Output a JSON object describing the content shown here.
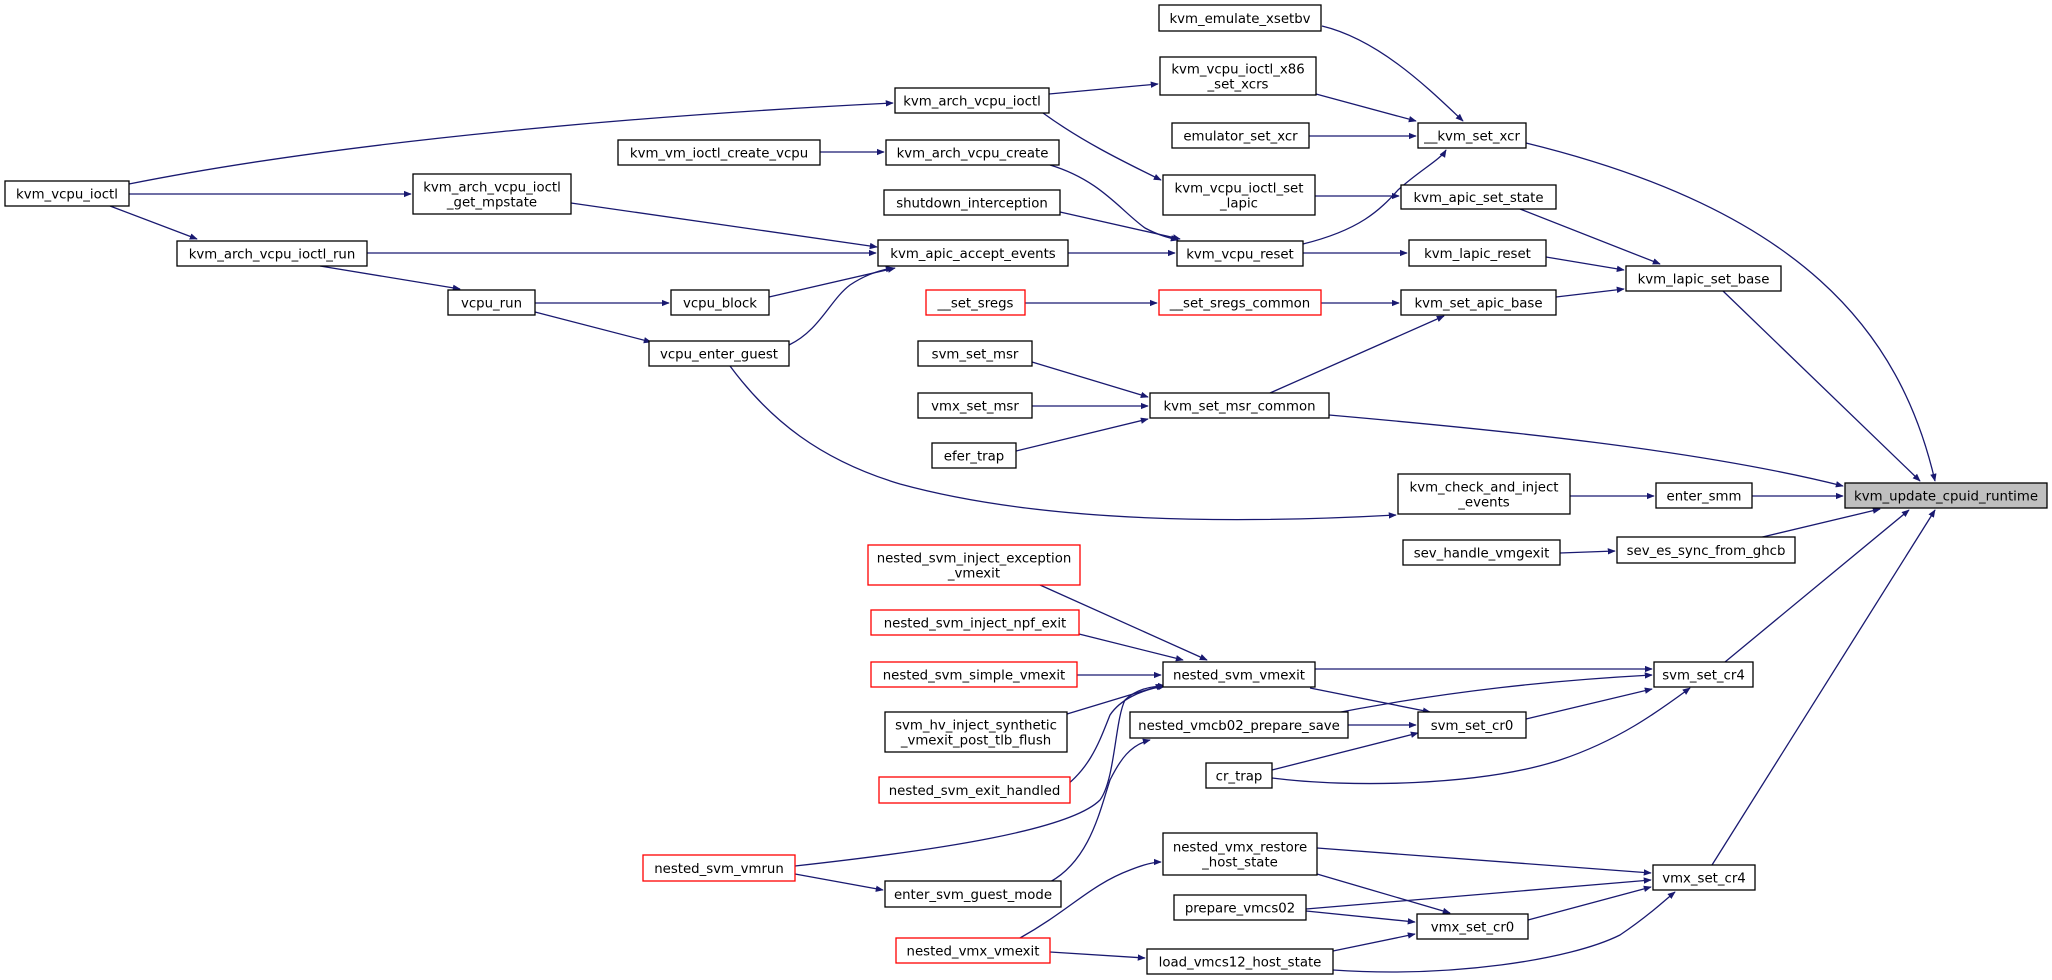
{
  "colors": {
    "edge": "#191970",
    "normal_border": "#000000",
    "truncated_border": "#ff0000",
    "highlight_fill": "#bfbfbf",
    "node_fill": "#ffffff"
  },
  "nodes": [
    {
      "id": "kvm_update_cpuid_runtime",
      "lines": [
        "kvm_update_cpuid_runtime"
      ],
      "style": "highlight"
    },
    {
      "id": "kvm_emulate_xsetbv",
      "lines": [
        "kvm_emulate_xsetbv"
      ],
      "style": "normal"
    },
    {
      "id": "kvm_vcpu_ioctl_x86_set_xcrs",
      "lines": [
        "kvm_vcpu_ioctl_x86",
        "_set_xcrs"
      ],
      "style": "normal"
    },
    {
      "id": "emulator_set_xcr",
      "lines": [
        "emulator_set_xcr"
      ],
      "style": "normal"
    },
    {
      "id": "__kvm_set_xcr",
      "lines": [
        "__kvm_set_xcr"
      ],
      "style": "normal"
    },
    {
      "id": "kvm_arch_vcpu_ioctl",
      "lines": [
        "kvm_arch_vcpu_ioctl"
      ],
      "style": "normal"
    },
    {
      "id": "kvm_vm_ioctl_create_vcpu",
      "lines": [
        "kvm_vm_ioctl_create_vcpu"
      ],
      "style": "normal"
    },
    {
      "id": "kvm_arch_vcpu_create",
      "lines": [
        "kvm_arch_vcpu_create"
      ],
      "style": "normal"
    },
    {
      "id": "kvm_vcpu_ioctl",
      "lines": [
        "kvm_vcpu_ioctl"
      ],
      "style": "normal"
    },
    {
      "id": "kvm_arch_vcpu_ioctl_get_mpstate",
      "lines": [
        "kvm_arch_vcpu_ioctl",
        "_get_mpstate"
      ],
      "style": "normal"
    },
    {
      "id": "kvm_vcpu_ioctl_set_lapic",
      "lines": [
        "kvm_vcpu_ioctl_set",
        "_lapic"
      ],
      "style": "normal"
    },
    {
      "id": "kvm_apic_set_state",
      "lines": [
        "kvm_apic_set_state"
      ],
      "style": "normal"
    },
    {
      "id": "shutdown_interception",
      "lines": [
        "shutdown_interception"
      ],
      "style": "normal"
    },
    {
      "id": "kvm_arch_vcpu_ioctl_run",
      "lines": [
        "kvm_arch_vcpu_ioctl_run"
      ],
      "style": "normal"
    },
    {
      "id": "kvm_apic_accept_events",
      "lines": [
        "kvm_apic_accept_events"
      ],
      "style": "normal"
    },
    {
      "id": "kvm_vcpu_reset",
      "lines": [
        "kvm_vcpu_reset"
      ],
      "style": "normal"
    },
    {
      "id": "kvm_lapic_reset",
      "lines": [
        "kvm_lapic_reset"
      ],
      "style": "normal"
    },
    {
      "id": "kvm_lapic_set_base",
      "lines": [
        "kvm_lapic_set_base"
      ],
      "style": "normal"
    },
    {
      "id": "vcpu_run",
      "lines": [
        "vcpu_run"
      ],
      "style": "normal"
    },
    {
      "id": "vcpu_block",
      "lines": [
        "vcpu_block"
      ],
      "style": "normal"
    },
    {
      "id": "__set_sregs",
      "lines": [
        "__set_sregs"
      ],
      "style": "truncated"
    },
    {
      "id": "__set_sregs_common",
      "lines": [
        "__set_sregs_common"
      ],
      "style": "truncated"
    },
    {
      "id": "kvm_set_apic_base",
      "lines": [
        "kvm_set_apic_base"
      ],
      "style": "normal"
    },
    {
      "id": "vcpu_enter_guest",
      "lines": [
        "vcpu_enter_guest"
      ],
      "style": "normal"
    },
    {
      "id": "svm_set_msr",
      "lines": [
        "svm_set_msr"
      ],
      "style": "normal"
    },
    {
      "id": "vmx_set_msr",
      "lines": [
        "vmx_set_msr"
      ],
      "style": "normal"
    },
    {
      "id": "kvm_set_msr_common",
      "lines": [
        "kvm_set_msr_common"
      ],
      "style": "normal"
    },
    {
      "id": "efer_trap",
      "lines": [
        "efer_trap"
      ],
      "style": "normal"
    },
    {
      "id": "kvm_check_and_inject_events",
      "lines": [
        "kvm_check_and_inject",
        "_events"
      ],
      "style": "normal"
    },
    {
      "id": "enter_smm",
      "lines": [
        "enter_smm"
      ],
      "style": "normal"
    },
    {
      "id": "sev_handle_vmgexit",
      "lines": [
        "sev_handle_vmgexit"
      ],
      "style": "normal"
    },
    {
      "id": "sev_es_sync_from_ghcb",
      "lines": [
        "sev_es_sync_from_ghcb"
      ],
      "style": "normal"
    },
    {
      "id": "nested_svm_inject_exception_vmexit",
      "lines": [
        "nested_svm_inject_exception",
        "_vmexit"
      ],
      "style": "truncated"
    },
    {
      "id": "nested_svm_inject_npf_exit",
      "lines": [
        "nested_svm_inject_npf_exit"
      ],
      "style": "truncated"
    },
    {
      "id": "nested_svm_simple_vmexit",
      "lines": [
        "nested_svm_simple_vmexit"
      ],
      "style": "truncated"
    },
    {
      "id": "nested_svm_vmexit",
      "lines": [
        "nested_svm_vmexit"
      ],
      "style": "normal"
    },
    {
      "id": "svm_set_cr4",
      "lines": [
        "svm_set_cr4"
      ],
      "style": "normal"
    },
    {
      "id": "svm_hv_inject_synthetic_vmexit_post_tlb_flush",
      "lines": [
        "svm_hv_inject_synthetic",
        "_vmexit_post_tlb_flush"
      ],
      "style": "normal"
    },
    {
      "id": "nested_vmcb02_prepare_save",
      "lines": [
        "nested_vmcb02_prepare_save"
      ],
      "style": "normal"
    },
    {
      "id": "svm_set_cr0",
      "lines": [
        "svm_set_cr0"
      ],
      "style": "normal"
    },
    {
      "id": "cr_trap",
      "lines": [
        "cr_trap"
      ],
      "style": "normal"
    },
    {
      "id": "nested_svm_exit_handled",
      "lines": [
        "nested_svm_exit_handled"
      ],
      "style": "truncated"
    },
    {
      "id": "nested_vmx_restore_host_state",
      "lines": [
        "nested_vmx_restore",
        "_host_state"
      ],
      "style": "normal"
    },
    {
      "id": "nested_svm_vmrun",
      "lines": [
        "nested_svm_vmrun"
      ],
      "style": "truncated"
    },
    {
      "id": "enter_svm_guest_mode",
      "lines": [
        "enter_svm_guest_mode"
      ],
      "style": "normal"
    },
    {
      "id": "vmx_set_cr4",
      "lines": [
        "vmx_set_cr4"
      ],
      "style": "normal"
    },
    {
      "id": "prepare_vmcs02",
      "lines": [
        "prepare_vmcs02"
      ],
      "style": "normal"
    },
    {
      "id": "vmx_set_cr0",
      "lines": [
        "vmx_set_cr0"
      ],
      "style": "normal"
    },
    {
      "id": "nested_vmx_vmexit",
      "lines": [
        "nested_vmx_vmexit"
      ],
      "style": "truncated"
    },
    {
      "id": "load_vmcs12_host_state",
      "lines": [
        "load_vmcs12_host_state"
      ],
      "style": "normal"
    }
  ],
  "edges": [
    {
      "from": "kvm_emulate_xsetbv",
      "to": "__kvm_set_xcr"
    },
    {
      "from": "kvm_vcpu_ioctl_x86_set_xcrs",
      "to": "__kvm_set_xcr"
    },
    {
      "from": "emulator_set_xcr",
      "to": "__kvm_set_xcr"
    },
    {
      "from": "kvm_vcpu_reset",
      "to": "__kvm_set_xcr"
    },
    {
      "from": "__kvm_set_xcr",
      "to": "kvm_update_cpuid_runtime"
    },
    {
      "from": "kvm_arch_vcpu_ioctl",
      "to": "kvm_vcpu_ioctl_x86_set_xcrs"
    },
    {
      "from": "kvm_arch_vcpu_ioctl",
      "to": "kvm_vcpu_ioctl_set_lapic"
    },
    {
      "from": "kvm_vcpu_ioctl",
      "to": "kvm_arch_vcpu_ioctl"
    },
    {
      "from": "kvm_vcpu_ioctl",
      "to": "kvm_arch_vcpu_ioctl_get_mpstate"
    },
    {
      "from": "kvm_vcpu_ioctl",
      "to": "kvm_arch_vcpu_ioctl_run"
    },
    {
      "from": "kvm_vm_ioctl_create_vcpu",
      "to": "kvm_arch_vcpu_create"
    },
    {
      "from": "kvm_arch_vcpu_create",
      "to": "kvm_vcpu_reset"
    },
    {
      "from": "kvm_arch_vcpu_ioctl_get_mpstate",
      "to": "kvm_apic_accept_events"
    },
    {
      "from": "kvm_vcpu_ioctl_set_lapic",
      "to": "kvm_apic_set_state"
    },
    {
      "from": "kvm_apic_set_state",
      "to": "kvm_lapic_set_base"
    },
    {
      "from": "shutdown_interception",
      "to": "kvm_vcpu_reset"
    },
    {
      "from": "kvm_arch_vcpu_ioctl_run",
      "to": "kvm_apic_accept_events"
    },
    {
      "from": "kvm_arch_vcpu_ioctl_run",
      "to": "vcpu_run"
    },
    {
      "from": "kvm_apic_accept_events",
      "to": "kvm_vcpu_reset"
    },
    {
      "from": "kvm_vcpu_reset",
      "to": "kvm_lapic_reset"
    },
    {
      "from": "kvm_lapic_reset",
      "to": "kvm_lapic_set_base"
    },
    {
      "from": "kvm_lapic_set_base",
      "to": "kvm_update_cpuid_runtime"
    },
    {
      "from": "vcpu_run",
      "to": "vcpu_block"
    },
    {
      "from": "vcpu_run",
      "to": "vcpu_enter_guest"
    },
    {
      "from": "vcpu_block",
      "to": "kvm_apic_accept_events"
    },
    {
      "from": "vcpu_enter_guest",
      "to": "kvm_apic_accept_events"
    },
    {
      "from": "vcpu_enter_guest",
      "to": "kvm_check_and_inject_events"
    },
    {
      "from": "__set_sregs",
      "to": "__set_sregs_common"
    },
    {
      "from": "__set_sregs_common",
      "to": "kvm_set_apic_base"
    },
    {
      "from": "kvm_set_apic_base",
      "to": "kvm_lapic_set_base"
    },
    {
      "from": "kvm_set_msr_common",
      "to": "kvm_set_apic_base"
    },
    {
      "from": "svm_set_msr",
      "to": "kvm_set_msr_common"
    },
    {
      "from": "vmx_set_msr",
      "to": "kvm_set_msr_common"
    },
    {
      "from": "efer_trap",
      "to": "kvm_set_msr_common"
    },
    {
      "from": "kvm_set_msr_common",
      "to": "kvm_update_cpuid_runtime"
    },
    {
      "from": "kvm_check_and_inject_events",
      "to": "enter_smm"
    },
    {
      "from": "enter_smm",
      "to": "kvm_update_cpuid_runtime"
    },
    {
      "from": "sev_handle_vmgexit",
      "to": "sev_es_sync_from_ghcb"
    },
    {
      "from": "sev_es_sync_from_ghcb",
      "to": "kvm_update_cpuid_runtime"
    },
    {
      "from": "nested_svm_inject_exception_vmexit",
      "to": "nested_svm_vmexit"
    },
    {
      "from": "nested_svm_inject_npf_exit",
      "to": "nested_svm_vmexit"
    },
    {
      "from": "nested_svm_simple_vmexit",
      "to": "nested_svm_vmexit"
    },
    {
      "from": "svm_hv_inject_synthetic_vmexit_post_tlb_flush",
      "to": "nested_svm_vmexit"
    },
    {
      "from": "nested_svm_exit_handled",
      "to": "nested_svm_vmexit"
    },
    {
      "from": "nested_svm_vmrun",
      "to": "nested_svm_vmexit"
    },
    {
      "from": "nested_svm_vmrun",
      "to": "enter_svm_guest_mode"
    },
    {
      "from": "nested_svm_vmexit",
      "to": "svm_set_cr4"
    },
    {
      "from": "nested_svm_vmexit",
      "to": "svm_set_cr0"
    },
    {
      "from": "nested_vmcb02_prepare_save",
      "to": "svm_set_cr4"
    },
    {
      "from": "nested_vmcb02_prepare_save",
      "to": "svm_set_cr0"
    },
    {
      "from": "enter_svm_guest_mode",
      "to": "nested_vmcb02_prepare_save"
    },
    {
      "from": "cr_trap",
      "to": "svm_set_cr0"
    },
    {
      "from": "cr_trap",
      "to": "svm_set_cr4"
    },
    {
      "from": "svm_set_cr0",
      "to": "svm_set_cr4"
    },
    {
      "from": "svm_set_cr4",
      "to": "kvm_update_cpuid_runtime"
    },
    {
      "from": "nested_vmx_restore_host_state",
      "to": "vmx_set_cr4"
    },
    {
      "from": "nested_vmx_restore_host_state",
      "to": "vmx_set_cr0"
    },
    {
      "from": "prepare_vmcs02",
      "to": "vmx_set_cr4"
    },
    {
      "from": "prepare_vmcs02",
      "to": "vmx_set_cr0"
    },
    {
      "from": "vmx_set_cr0",
      "to": "vmx_set_cr4"
    },
    {
      "from": "nested_vmx_vmexit",
      "to": "nested_vmx_restore_host_state"
    },
    {
      "from": "nested_vmx_vmexit",
      "to": "load_vmcs12_host_state"
    },
    {
      "from": "load_vmcs12_host_state",
      "to": "vmx_set_cr0"
    },
    {
      "from": "load_vmcs12_host_state",
      "to": "vmx_set_cr4"
    },
    {
      "from": "vmx_set_cr4",
      "to": "kvm_update_cpuid_runtime"
    }
  ]
}
